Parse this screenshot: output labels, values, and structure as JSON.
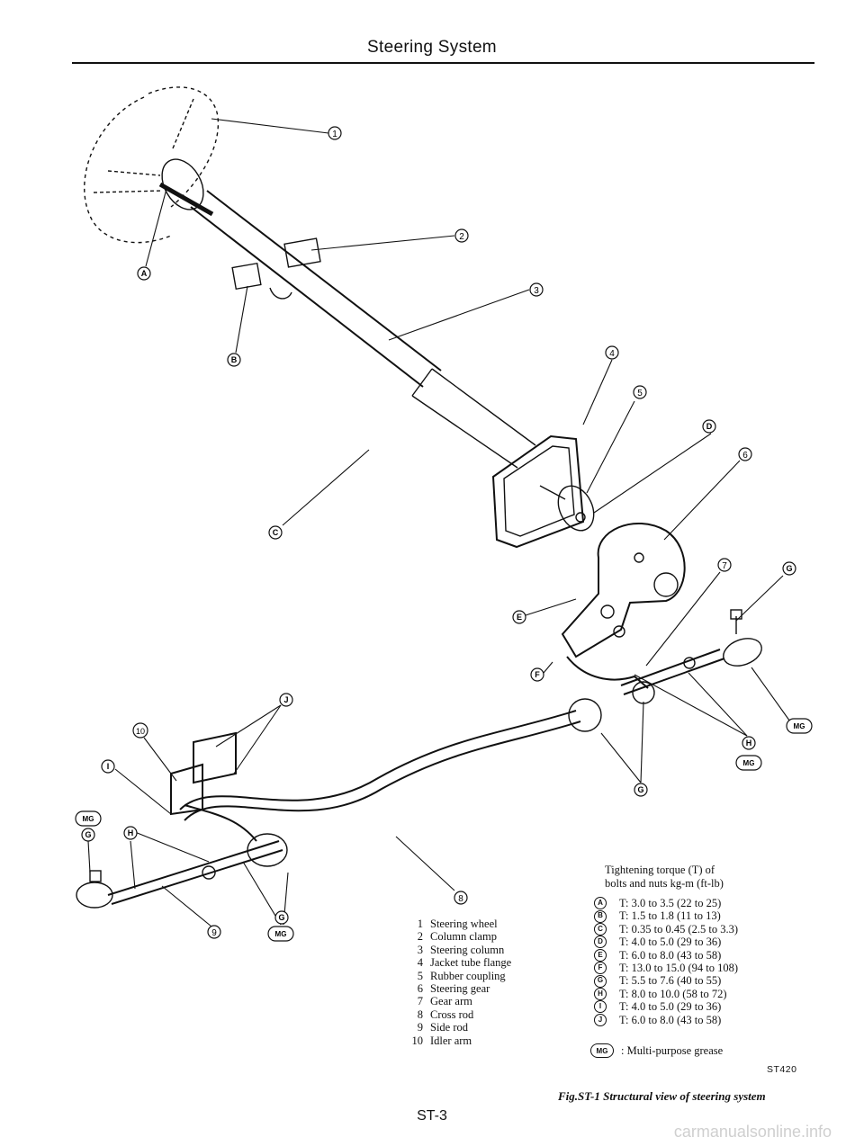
{
  "header": {
    "title": "Steering System"
  },
  "callouts": {
    "n1": "1",
    "n2": "2",
    "n3": "3",
    "n4": "4",
    "n5": "5",
    "n6": "6",
    "n7": "7",
    "n8": "8",
    "n9": "9",
    "n10": "10",
    "A": "A",
    "B": "B",
    "C": "C",
    "D": "D",
    "E": "E",
    "F": "F",
    "G1": "G",
    "G2": "G",
    "G3": "G",
    "G4": "G",
    "H1": "H",
    "H2": "H",
    "I": "I",
    "J": "J",
    "MG1": "MG",
    "MG2": "MG",
    "MG3": "MG",
    "MG4": "MG"
  },
  "parts_list": [
    {
      "num": "1",
      "name": "Steering wheel"
    },
    {
      "num": "2",
      "name": "Column clamp"
    },
    {
      "num": "3",
      "name": "Steering column"
    },
    {
      "num": "4",
      "name": "Jacket tube flange"
    },
    {
      "num": "5",
      "name": "Rubber coupling"
    },
    {
      "num": "6",
      "name": "Steering gear"
    },
    {
      "num": "7",
      "name": "Gear arm"
    },
    {
      "num": "8",
      "name": "Cross rod"
    },
    {
      "num": "9",
      "name": "Side rod"
    },
    {
      "num": "10",
      "name": "Idler arm"
    }
  ],
  "torque": {
    "title_line1": "Tightening torque (T) of",
    "title_line2": "bolts and nuts    kg-m (ft-lb)",
    "rows": [
      {
        "code": "A",
        "value": "T:  3.0 to 3.5 (22 to 25)"
      },
      {
        "code": "B",
        "value": "T:  1.5 to 1.8 (11 to 13)"
      },
      {
        "code": "C",
        "value": "T:  0.35 to 0.45 (2.5 to 3.3)"
      },
      {
        "code": "D",
        "value": "T:  4.0 to 5.0 (29 to 36)"
      },
      {
        "code": "E",
        "value": "T:  6.0 to 8.0 (43 to 58)"
      },
      {
        "code": "F",
        "value": "T:  13.0 to 15.0 (94 to 108)"
      },
      {
        "code": "G",
        "value": "T:  5.5 to 7.6 (40 to 55)"
      },
      {
        "code": "H",
        "value": "T:  8.0 to 10.0 (58 to 72)"
      },
      {
        "code": "I",
        "value": "T:  4.0 to 5.0 (29 to 36)"
      },
      {
        "code": "J",
        "value": "T:  6.0 to 8.0 (43 to 58)"
      }
    ],
    "grease_code": "MG",
    "grease_label": ":  Multi-purpose grease"
  },
  "figure": {
    "code": "ST420",
    "caption": "Fig.ST-1  Structural view of steering system"
  },
  "footer": {
    "page_number": "ST-3",
    "watermark": "carmanualsonline.info"
  }
}
